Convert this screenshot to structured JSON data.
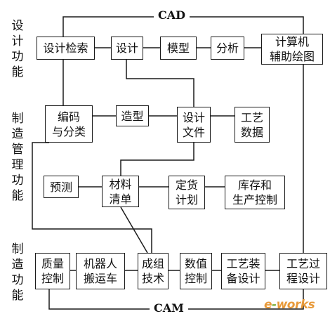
{
  "sections": {
    "design": "设计功能",
    "mfg_mgmt": "制造管理功能",
    "mfg": "制造功能"
  },
  "labels": {
    "cad": "CAD",
    "cam": "CAM"
  },
  "boxes": {
    "design_search": "设计检索",
    "design": "设计",
    "model": "模型",
    "analysis": "分析",
    "computer_aided_drawing": "计算机\n辅助绘图",
    "coding": "编码\n与分类",
    "modeling": "造型",
    "design_file": "设计\n文件",
    "process_data": "工艺\n数据",
    "forecast": "预测",
    "material_list": "材料\n清单",
    "order_plan": "定货\n计划",
    "inventory": "库存和\n生产控制",
    "quality": "质量\n控制",
    "robot": "机器人\n搬运车",
    "group_tech": "成组\n技术",
    "nc": "数值\n控制",
    "fixture_design": "工艺装\n备设计",
    "process_planning": "工艺过\n程设计"
  },
  "watermark": {
    "prefix": "e",
    "dash": "-",
    "suffix": "works"
  }
}
